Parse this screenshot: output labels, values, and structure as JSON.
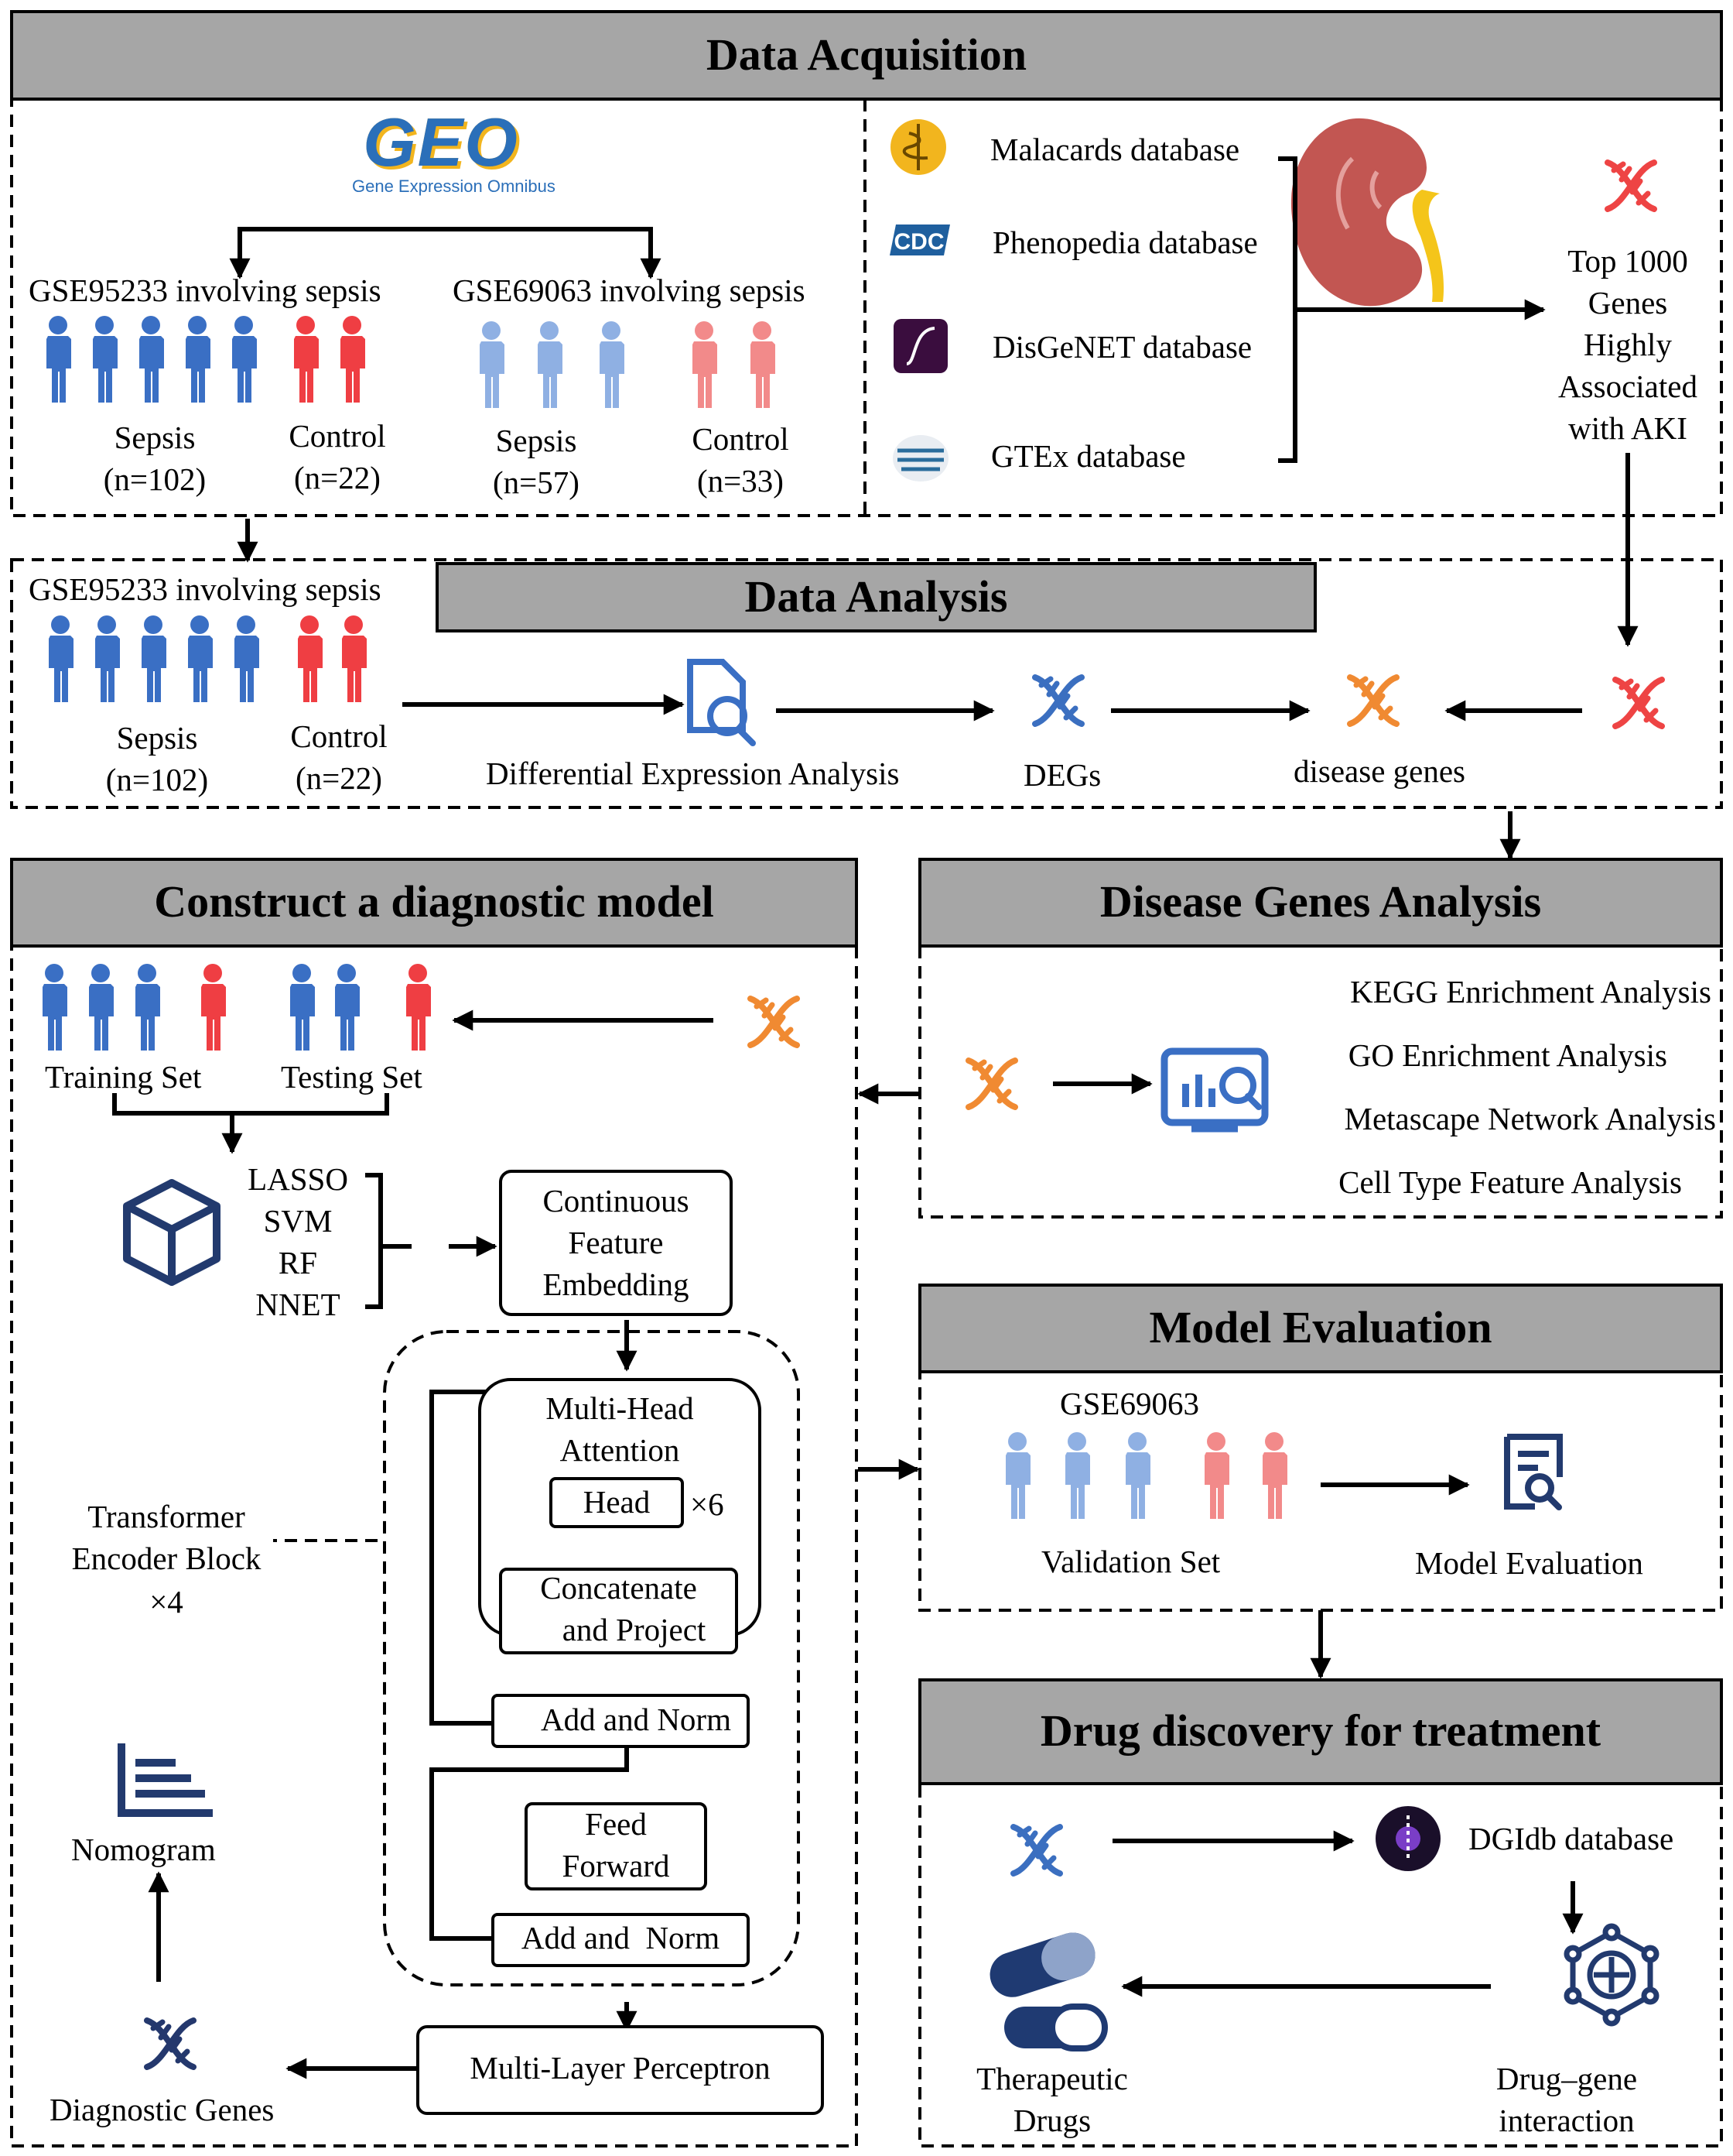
{
  "headers": {
    "data_acquisition": "Data Acquisition",
    "data_analysis": "Data Analysis",
    "construct_model": "Construct a diagnostic model",
    "disease_genes_analysis": "Disease Genes Analysis",
    "model_evaluation": "Model Evaluation",
    "drug_discovery": "Drug discovery for treatment"
  },
  "geo": {
    "logo_text": "GEO",
    "subtitle": "Gene Expression Omnibus"
  },
  "acquisition": {
    "dataset1": {
      "title": "GSE95233 involving sepsis",
      "sepsis": "Sepsis",
      "sepsis_n": "(n=102)",
      "control": "Control",
      "control_n": "(n=22)"
    },
    "dataset2": {
      "title": "GSE69063 involving sepsis",
      "sepsis": "Sepsis",
      "sepsis_n": "(n=57)",
      "control": "Control",
      "control_n": "(n=33)"
    },
    "databases": [
      "Malacards database",
      "Phenopedia database",
      "DisGeNET database",
      "GTEx database"
    ],
    "cdc_logo": "CDC",
    "top_genes": [
      "Top 1000",
      "Genes",
      "Highly",
      "Associated",
      "with AKI"
    ]
  },
  "analysis": {
    "title": "GSE95233 involving sepsis",
    "sepsis": "Sepsis",
    "sepsis_n": "(n=102)",
    "control": "Control",
    "control_n": "(n=22)",
    "dea": "Differential Expression Analysis",
    "degs": "DEGs",
    "disease_genes": "disease genes"
  },
  "model": {
    "training": "Training Set",
    "testing": "Testing Set",
    "methods": [
      "LASSO",
      "SVM",
      "RF",
      "NNET"
    ],
    "embedding": [
      "Continuous",
      "Feature",
      "Embedding"
    ],
    "mha": [
      "Multi-Head",
      "Attention"
    ],
    "head": "Head",
    "times6": "×6",
    "concat": [
      "Concatenate",
      "and Project"
    ],
    "addnorm1": "Add and Norm",
    "feed": [
      "Feed",
      "Forward"
    ],
    "addnorm2": "Add and  Norm",
    "encoder": [
      "Transformer",
      "Encoder Block",
      "×4"
    ],
    "mlp": "Multi-Layer Perceptron",
    "diagnostic": "Diagnostic Genes",
    "nomogram": "Nomogram"
  },
  "dga": [
    "KEGG Enrichment Analysis",
    "GO Enrichment Analysis",
    "Metascape Network Analysis",
    "Cell Type Feature Analysis"
  ],
  "evaluation": {
    "gse": "GSE69063",
    "validation": "Validation Set",
    "model_eval": "Model Evaluation"
  },
  "drug": {
    "dgidb": "DGIdb database",
    "therapeutic": [
      "Therapeutic",
      "Drugs"
    ],
    "interaction": [
      "Drug–gene",
      "interaction"
    ]
  },
  "colors": {
    "header_bg": "#a6a6a6",
    "blue_person": "#3a6fc4",
    "red_person": "#ef3e43",
    "light_blue": "#8fb0e3",
    "light_red": "#f28a8a",
    "dna_red": "#ee4444",
    "dna_orange": "#f08a32",
    "dna_blue": "#3b6fc0",
    "dna_navy": "#24386d",
    "icon_navy": "#223a6e"
  }
}
